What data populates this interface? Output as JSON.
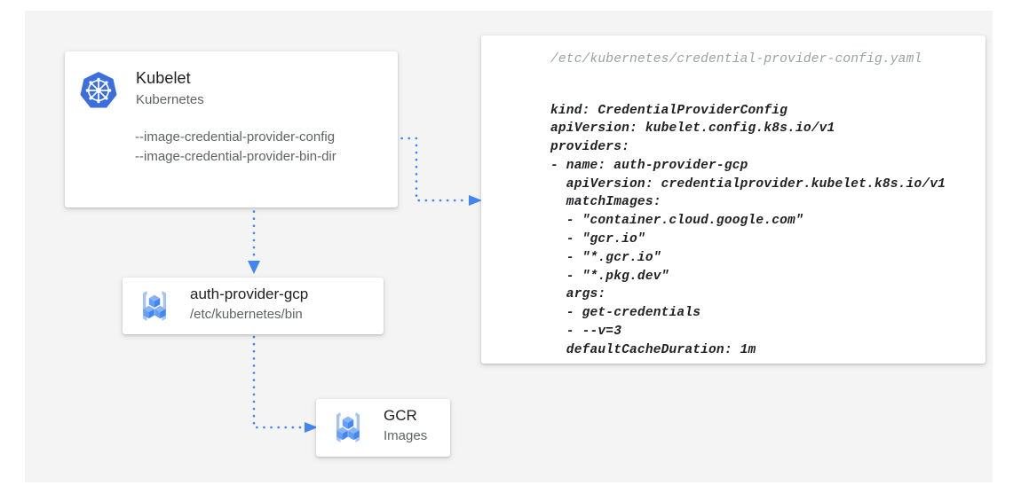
{
  "canvas": {
    "background": "#f4f4f4",
    "page_background": "#ffffff",
    "accent_color": "#4285f4",
    "connector_color": "#4285f4",
    "title_color": "#202124",
    "muted_color": "#5f6368"
  },
  "kubelet_card": {
    "icon": "kubernetes-logo-icon",
    "title": "Kubelet",
    "subtitle": "Kubernetes",
    "flags": [
      "--image-credential-provider-config",
      "--image-credential-provider-bin-dir"
    ]
  },
  "auth_provider_card": {
    "icon": "gcp-container-registry-icon",
    "title": "auth-provider-gcp",
    "subtitle": "/etc/kubernetes/bin"
  },
  "gcr_card": {
    "icon": "gcp-container-registry-icon",
    "title": "GCR",
    "subtitle": "Images"
  },
  "yaml_panel": {
    "path": "/etc/kubernetes/credential-provider-config.yaml",
    "lines": [
      "kind: CredentialProviderConfig",
      "apiVersion: kubelet.config.k8s.io/v1",
      "providers:",
      "- name: auth-provider-gcp",
      "  apiVersion: credentialprovider.kubelet.k8s.io/v1",
      "  matchImages:",
      "  - \"container.cloud.google.com\"",
      "  - \"gcr.io\"",
      "  - \"*.gcr.io\"",
      "  - \"*.pkg.dev\"",
      "  args:",
      "  - get-credentials",
      "  - --v=3",
      "  defaultCacheDuration: 1m"
    ]
  },
  "connectors": [
    {
      "name": "kubelet-config-to-yaml",
      "from": "kubelet-config-flag",
      "to": "yaml-panel",
      "style": "dotted",
      "arrow": "right"
    },
    {
      "name": "kubelet-to-auth-provider",
      "from": "kubelet-card",
      "to": "auth-provider-card",
      "style": "dotted",
      "arrow": "down"
    },
    {
      "name": "auth-provider-to-gcr",
      "from": "auth-provider-card",
      "to": "gcr-card",
      "style": "dotted",
      "arrow": "right"
    }
  ]
}
